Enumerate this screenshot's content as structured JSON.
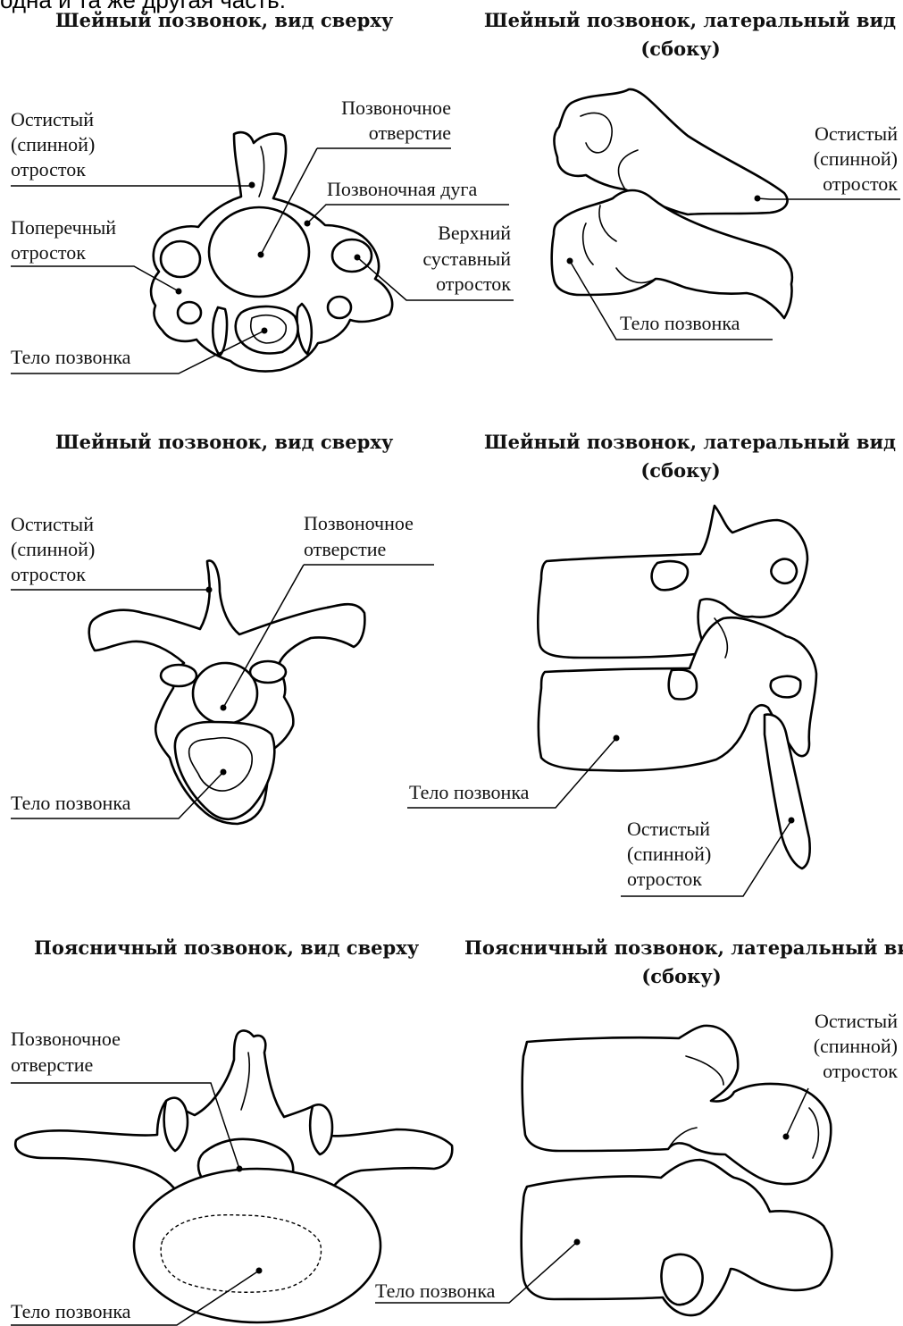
{
  "top_fragment": "одна и та же другая часть.",
  "panels": {
    "p1": {
      "title": "Шейный позвонок, вид сверху",
      "labels": {
        "spinous": [
          "Остистый",
          "(спинной)",
          "отросток"
        ],
        "canal": [
          "Позвоночное",
          "отверстие"
        ],
        "arch": "Позвоночная дуга",
        "transverse": [
          "Поперечный",
          "отросток"
        ],
        "articular": [
          "Верхний",
          "суставный",
          "отросток"
        ],
        "body": "Тело позвонка"
      }
    },
    "p2": {
      "title": [
        "Шейный позвонок, латеральный вид",
        "(сбоку)"
      ],
      "labels": {
        "spinous": [
          "Остистый",
          "(спинной)",
          "отросток"
        ],
        "body": "Тело позвонка"
      }
    },
    "p3": {
      "title": "Шейный позвонок, вид сверху",
      "labels": {
        "spinous": [
          "Остистый",
          "(спинной)",
          "отросток"
        ],
        "canal": [
          "Позвоночное",
          "отверстие"
        ],
        "body": "Тело позвонка"
      }
    },
    "p4": {
      "title": [
        "Шейный позвонок, латеральный вид",
        "(сбоку)"
      ],
      "labels": {
        "body": "Тело позвонка",
        "spinous": [
          "Остистый",
          "(спинной)",
          "отросток"
        ]
      }
    },
    "p5": {
      "title": "Поясничный позвонок, вид сверху",
      "labels": {
        "canal": [
          "Позвоночное",
          "отверстие"
        ],
        "body": "Тело позвонка"
      }
    },
    "p6": {
      "title": [
        "Поясничный позвонок, латеральный вид",
        "(сбоку)"
      ],
      "labels": {
        "spinous": [
          "Остистый",
          "(спинной)",
          "отросток"
        ],
        "body": "Тело позвонка"
      }
    }
  }
}
